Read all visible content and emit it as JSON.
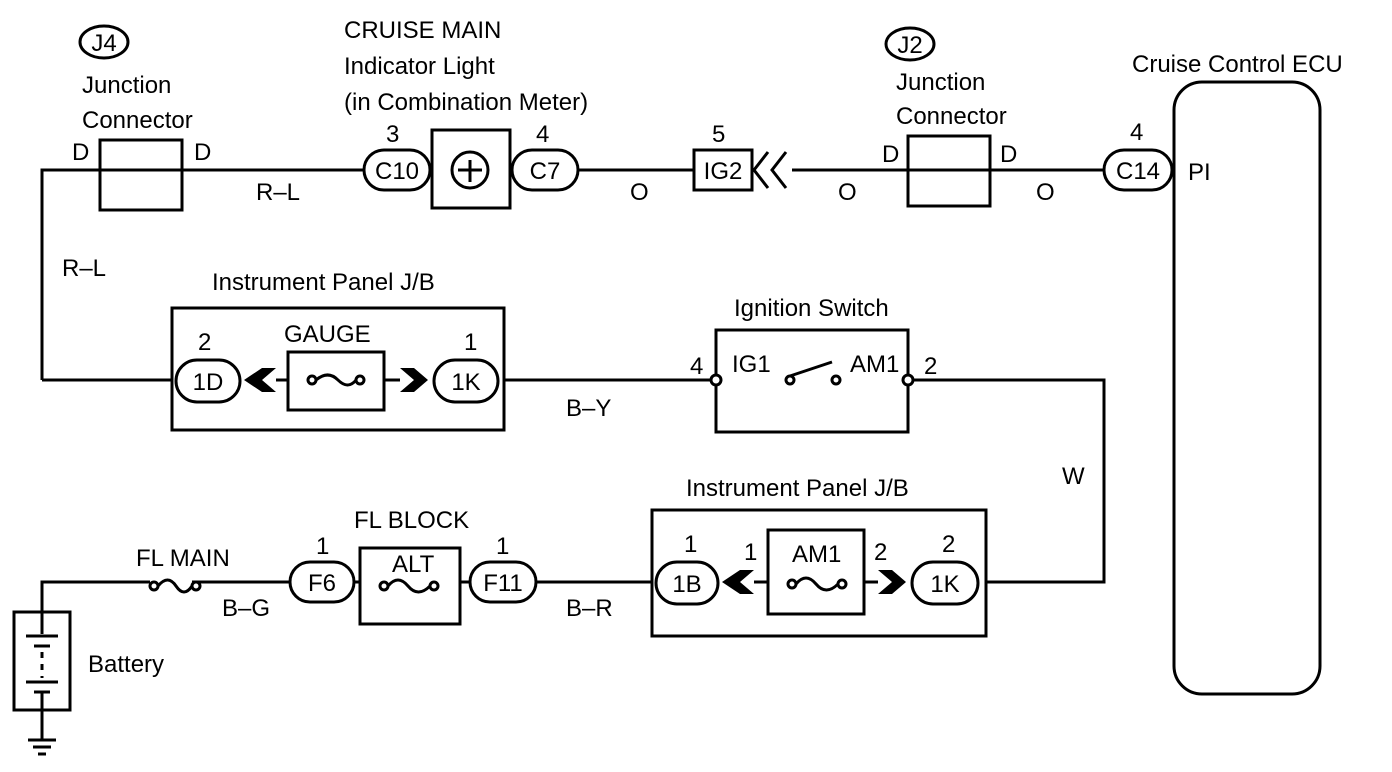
{
  "j4": {
    "circle_label": "J4",
    "title_line1": "Junction",
    "title_line2": "Connector",
    "left_pin": "D",
    "right_pin": "D"
  },
  "j2": {
    "circle_label": "J2",
    "title_line1": "Junction",
    "title_line2": "Connector",
    "left_pin": "D",
    "right_pin": "D"
  },
  "cruise_main": {
    "line1": "CRUISE MAIN",
    "line2": "Indicator Light",
    "line3": "(in Combination Meter)"
  },
  "c10": {
    "label": "C10",
    "pin": "3"
  },
  "c7": {
    "label": "C7",
    "pin": "4"
  },
  "ig2": {
    "label": "IG2",
    "pin": "5"
  },
  "c14": {
    "label": "C14",
    "pin": "4"
  },
  "ecu": {
    "title": "Cruise Control ECU",
    "pin_name": "PI"
  },
  "wires": {
    "top_left": "R–L",
    "left_vertical": "R–L",
    "c7_to_ig2": "O",
    "ig2_to_j2": "O",
    "j2_to_c14": "O",
    "gauge_to_switch": "B–Y",
    "switch_down": "W",
    "battery_to_fl": "B–G",
    "alt_to_am1": "B–R"
  },
  "ip_jb_upper": {
    "title": "Instrument Panel J/B",
    "fuse": "GAUGE",
    "left_conn": "1D",
    "left_pin": "2",
    "right_conn": "1K",
    "right_pin": "1"
  },
  "ignition": {
    "title": "Ignition Switch",
    "left_term": "IG1",
    "right_term": "AM1",
    "left_pin": "4",
    "right_pin": "2"
  },
  "ip_jb_lower": {
    "title": "Instrument Panel J/B",
    "fuse": "AM1",
    "left_conn": "1B",
    "left_pin": "1",
    "inner_left_pin": "1",
    "inner_right_pin": "2",
    "right_conn": "1K",
    "right_pin": "2"
  },
  "fl_block": {
    "title": "FL BLOCK",
    "fuse": "ALT",
    "left_conn": "F6",
    "left_pin": "1",
    "right_conn": "F11",
    "right_pin": "1"
  },
  "fl_main": {
    "label": "FL MAIN"
  },
  "battery": {
    "label": "Battery"
  }
}
